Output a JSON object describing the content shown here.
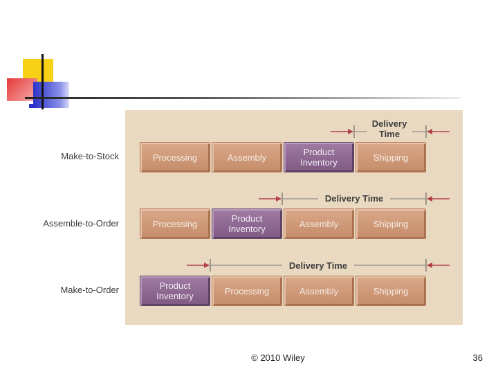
{
  "rows": [
    {
      "label": "Make-to-Stock",
      "boxes": [
        {
          "text": "Processing",
          "kind": "tan"
        },
        {
          "text": "Assembly",
          "kind": "tan"
        },
        {
          "text": "Product\nInventory",
          "kind": "purple"
        },
        {
          "text": "Shipping",
          "kind": "tan"
        }
      ],
      "delivery_label": "Delivery\nTime"
    },
    {
      "label": "Assemble-to-Order",
      "boxes": [
        {
          "text": "Processing",
          "kind": "tan"
        },
        {
          "text": "Product\nInventory",
          "kind": "purple"
        },
        {
          "text": "Assembly",
          "kind": "tan"
        },
        {
          "text": "Shipping",
          "kind": "tan"
        }
      ],
      "delivery_label": "Delivery Time"
    },
    {
      "label": "Make-to-Order",
      "boxes": [
        {
          "text": "Product\nInventory",
          "kind": "purple"
        },
        {
          "text": "Processing",
          "kind": "tan"
        },
        {
          "text": "Assembly",
          "kind": "tan"
        },
        {
          "text": "Shipping",
          "kind": "tan"
        }
      ],
      "delivery_label": "Delivery Time"
    }
  ],
  "colors": {
    "panel": "#e9d9c0",
    "tan_box": "#cf9a79",
    "purple_box": "#8f6a93",
    "arrow": "#b0414a"
  },
  "footer": {
    "copyright": "© 2010 Wiley",
    "page_number": "36"
  }
}
